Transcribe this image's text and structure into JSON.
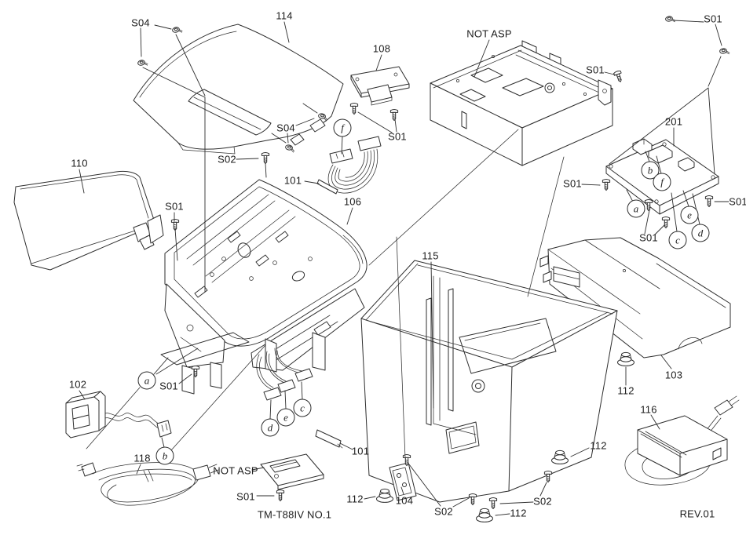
{
  "meta": {
    "sheet_model": "TM-T88IV NO.1",
    "revision": "REV.01"
  },
  "colors": {
    "background": "#ffffff",
    "line": "#2e2e2e",
    "text": "#1c1c1c"
  },
  "labels": [
    {
      "id": "s04-top-cover-upper",
      "text": "S04"
    },
    {
      "id": "part-114-top-cover",
      "text": "114"
    },
    {
      "id": "part-108-interface-board",
      "text": "108"
    },
    {
      "id": "not-asp-chassis",
      "text": "NOT ASP"
    },
    {
      "id": "s01-top-right",
      "text": "S01"
    },
    {
      "id": "s01-chassis-bracket",
      "text": "S01"
    },
    {
      "id": "part-201-main-board",
      "text": "201"
    },
    {
      "id": "s04-top-cover-lower",
      "text": "S04"
    },
    {
      "id": "s02-mechanism-top",
      "text": "S02"
    },
    {
      "id": "s01-under-108",
      "text": "S01"
    },
    {
      "id": "part-110-front-cover",
      "text": "110"
    },
    {
      "id": "part-101-strip-upper",
      "text": "101"
    },
    {
      "id": "s01-mechanism-left",
      "text": "S01"
    },
    {
      "id": "part-106-mechanism",
      "text": "106"
    },
    {
      "id": "s01-201-left",
      "text": "S01"
    },
    {
      "id": "s01-201-right",
      "text": "S01"
    },
    {
      "id": "s01-201-bottom",
      "text": "S01"
    },
    {
      "id": "part-115-lower-case",
      "text": "115"
    },
    {
      "id": "part-103-rear-cover",
      "text": "103"
    },
    {
      "id": "part-112-foot-upper-right",
      "text": "112"
    },
    {
      "id": "part-116-ac-adapter",
      "text": "116"
    },
    {
      "id": "part-102-power-switch",
      "text": "102"
    },
    {
      "id": "s01-near-a-plate",
      "text": "S01"
    },
    {
      "id": "part-118-power-cord",
      "text": "118"
    },
    {
      "id": "not-asp-bottom-board",
      "text": "NOT ASP"
    },
    {
      "id": "s01-bottom-board",
      "text": "S01"
    },
    {
      "id": "part-101-strip-lower",
      "text": "101"
    },
    {
      "id": "part-112-foot-front-left",
      "text": "112"
    },
    {
      "id": "part-104-plate",
      "text": "104"
    },
    {
      "id": "s02-bottom-left",
      "text": "S02"
    },
    {
      "id": "part-112-foot-bottom-middle",
      "text": "112"
    },
    {
      "id": "s02-bottom-right",
      "text": "S02"
    },
    {
      "id": "part-112-foot-right",
      "text": "112"
    }
  ],
  "callouts": [
    {
      "id": "callout-f-ribbon",
      "text": "f"
    },
    {
      "id": "callout-b-201",
      "text": "b"
    },
    {
      "id": "callout-f-201",
      "text": "f"
    },
    {
      "id": "callout-a-201",
      "text": "a"
    },
    {
      "id": "callout-e-201",
      "text": "e"
    },
    {
      "id": "callout-d-201",
      "text": "d"
    },
    {
      "id": "callout-c-201",
      "text": "c"
    },
    {
      "id": "callout-a-mechanism",
      "text": "a"
    },
    {
      "id": "callout-b-switch",
      "text": "b"
    },
    {
      "id": "callout-d-mechanism",
      "text": "d"
    },
    {
      "id": "callout-e-mechanism",
      "text": "e"
    },
    {
      "id": "callout-c-mechanism",
      "text": "c"
    }
  ]
}
